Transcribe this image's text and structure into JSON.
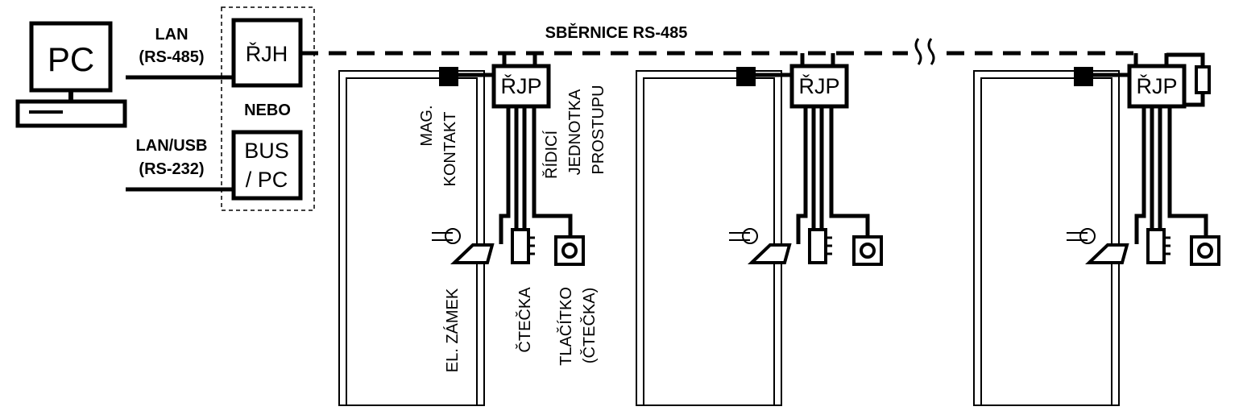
{
  "pc": {
    "label": "PC"
  },
  "link_lan": {
    "label": "LAN",
    "sub": "(RS-485)"
  },
  "link_usb": {
    "label": "LAN/USB",
    "sub": "(RS-232)"
  },
  "hub_rjh": {
    "label": "ŘJH"
  },
  "or_label": "NEBO",
  "bus_pc": {
    "line1": "BUS",
    "line2": "/ PC"
  },
  "bus_label": "SBĚRNICE RS-485",
  "unit_label": "ŘJP",
  "annotations": {
    "mag_contact": [
      "MAG.",
      "KONTAKT"
    ],
    "control_unit": [
      "ŘÍDICÍ",
      "JEDNOTKA",
      "PROSTUPU"
    ],
    "el_lock": "EL. ZÁMEK",
    "reader": "ČTEČKA",
    "button": [
      "TLAČÍTKO",
      "(ČTEČKA)"
    ]
  },
  "colors": {
    "line": "#000000",
    "background": "#ffffff"
  }
}
